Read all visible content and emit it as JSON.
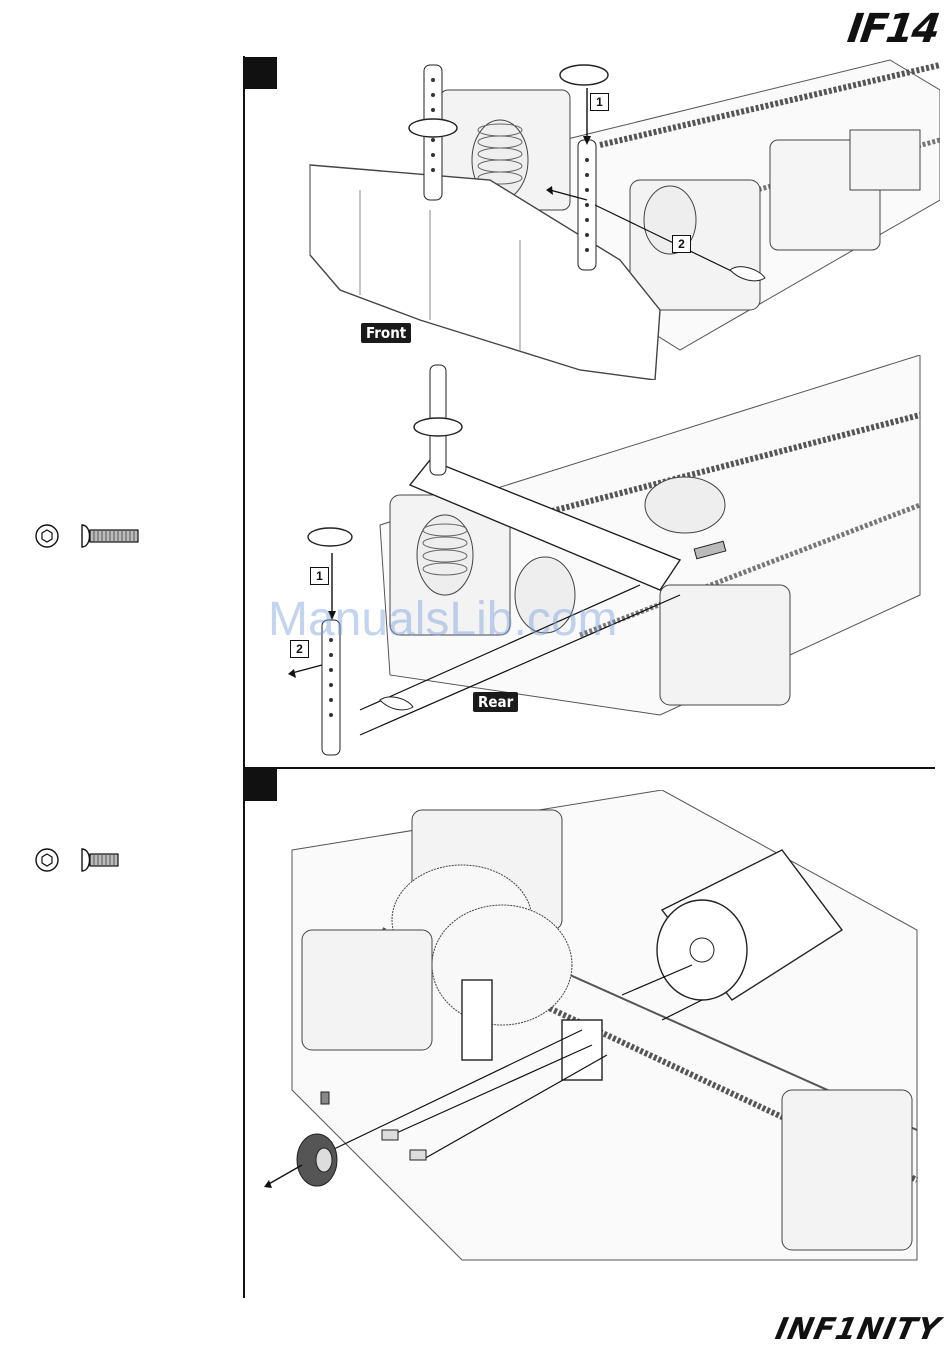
{
  "header": {
    "brand": "IF14"
  },
  "footer": {
    "brand": "INF1NITY"
  },
  "watermark": {
    "text": "ManualsLib.com"
  },
  "step1": {
    "front_label": "Front",
    "rear_label": "Rear",
    "front_callouts": [
      "1",
      "2"
    ],
    "rear_callouts": [
      "1",
      "2"
    ]
  },
  "colors": {
    "ink": "#111111",
    "label_bg": "#1a1a1a",
    "watermark": "#78a0dc"
  }
}
